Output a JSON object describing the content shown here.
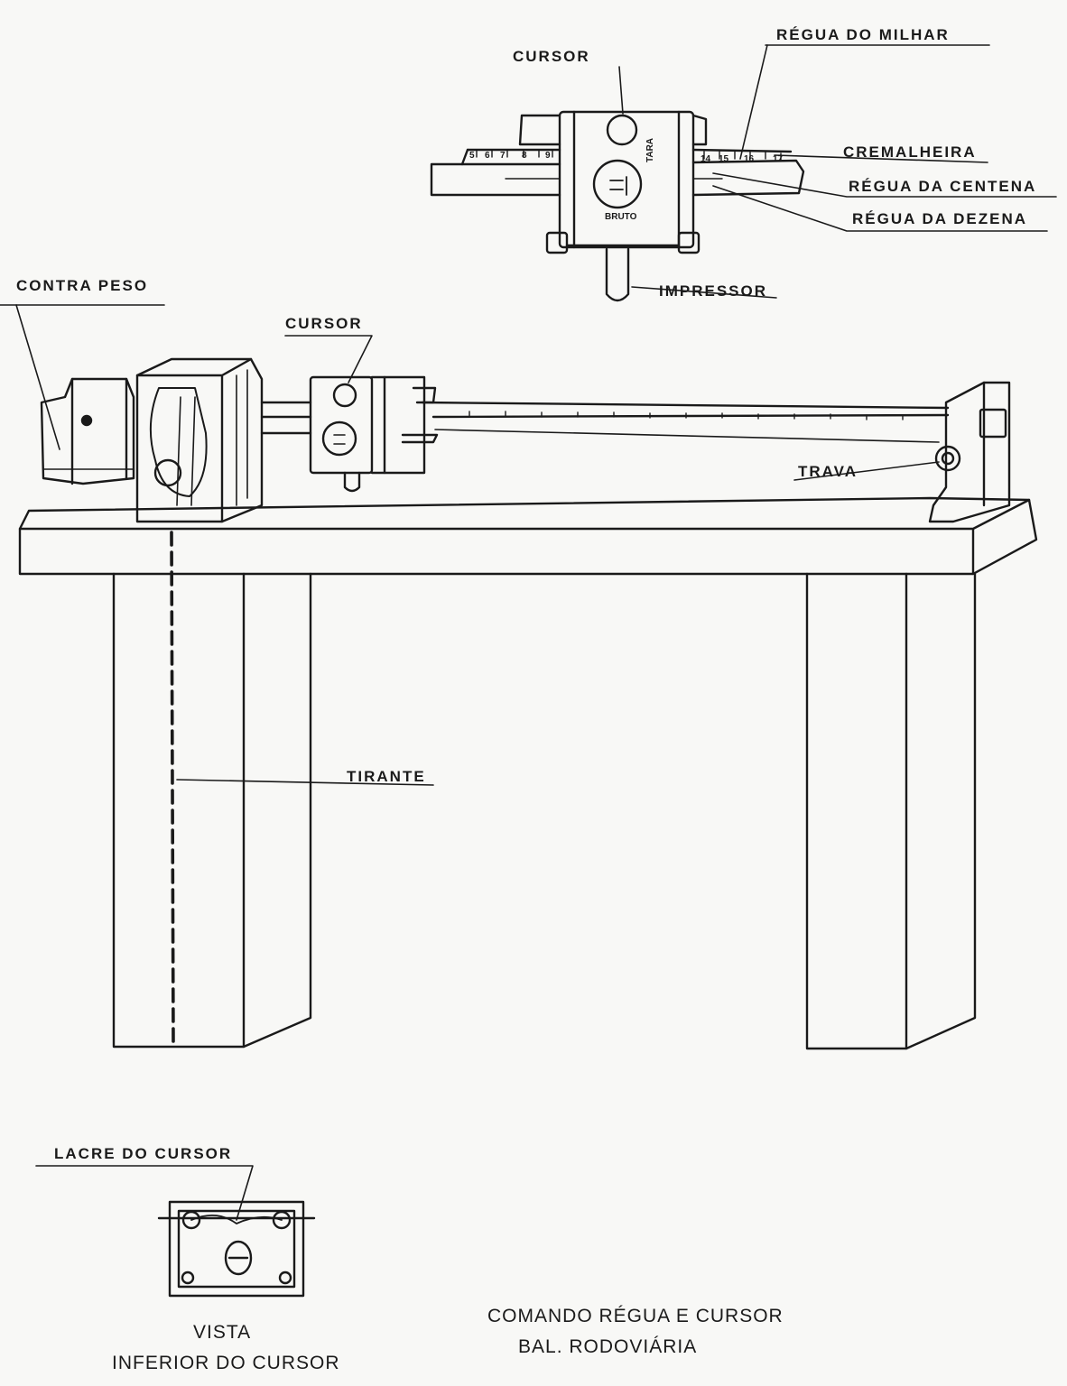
{
  "labels": {
    "cursor_top": "CURSOR",
    "regua_milhar": "RÉGUA DO MILHAR",
    "cremalheira": "CREMALHEIRA",
    "regua_centena": "RÉGUA DA CENTENA",
    "regua_dezena": "RÉGUA DA DEZENA",
    "impressor": "IMPRESSOR",
    "contra_peso": "CONTRA PESO",
    "cursor_main": "CURSOR",
    "trava": "TRAVA",
    "tirante": "TIRANTE",
    "lacre_cursor": "LACRE DO CURSOR",
    "vista_1": "VISTA",
    "vista_2": "INFERIOR DO CURSOR",
    "cursor_face_tara": "TARA",
    "cursor_face_bruto": "BRUTO"
  },
  "scale_marks": {
    "left": [
      "5",
      "6",
      "7",
      "8",
      "9"
    ],
    "right": [
      "14",
      "15",
      "16",
      "17"
    ]
  },
  "title": {
    "line1": "COMANDO RÉGUA E CURSOR",
    "line2": "BAL. RODOVIÁRIA"
  }
}
